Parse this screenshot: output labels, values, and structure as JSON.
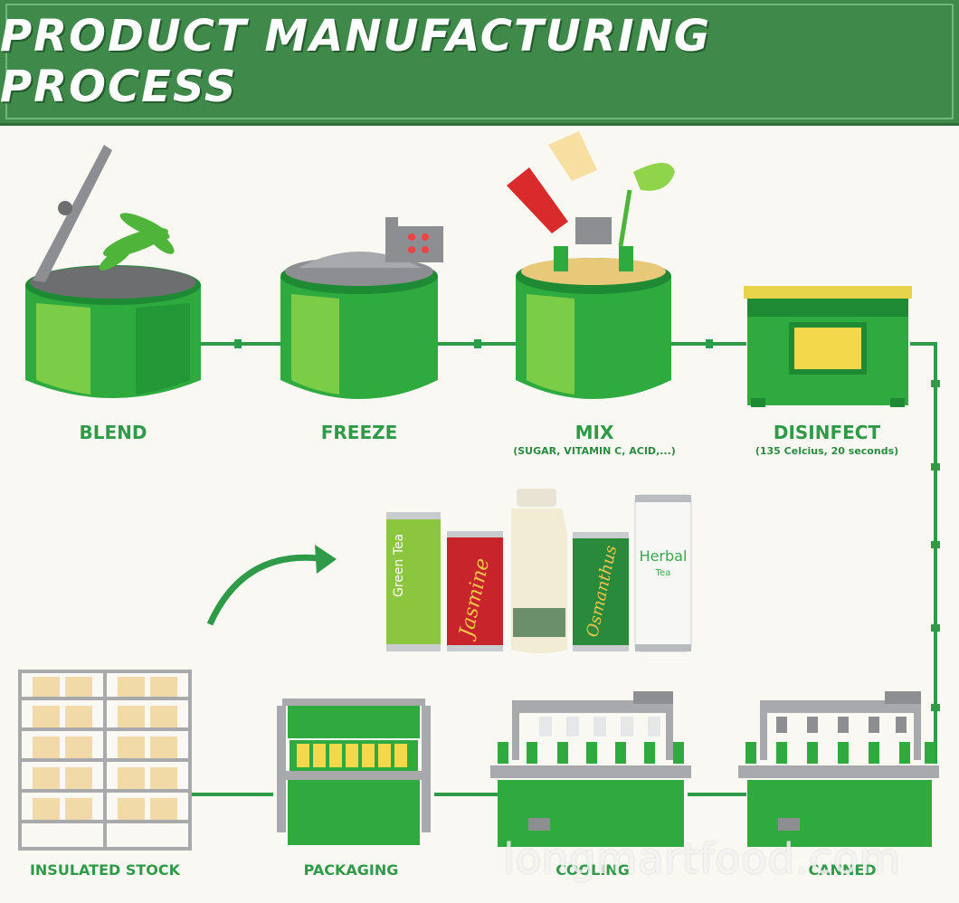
{
  "header": {
    "title": "PRODUCT MANUFACTURING PROCESS"
  },
  "steps": {
    "blend": "BLEND",
    "freeze": "FREEZE",
    "mix": "MIX",
    "mix_note": "(SUGAR, VITAMIN C, ACID,...)",
    "disinfect": "DISINFECT",
    "disinfect_note": "(135 Celcius, 20 seconds)",
    "canned": "CANNED",
    "cooling": "COOLING",
    "packaging": "PACKAGING",
    "insulated_stock": "INSULATED STOCK"
  },
  "products": {
    "green_tea": "Green Tea",
    "jasmine": "Jasmine",
    "osmanthus": "Osmanthus",
    "herbal": "Herbal",
    "herbal_sub": "Tea"
  },
  "watermark": "longmartfood.com",
  "colors": {
    "banner": "#3f8a4a",
    "tank_green": "#2eaa3e",
    "pipe": "#2f9a48",
    "label": "#2f9a48"
  }
}
